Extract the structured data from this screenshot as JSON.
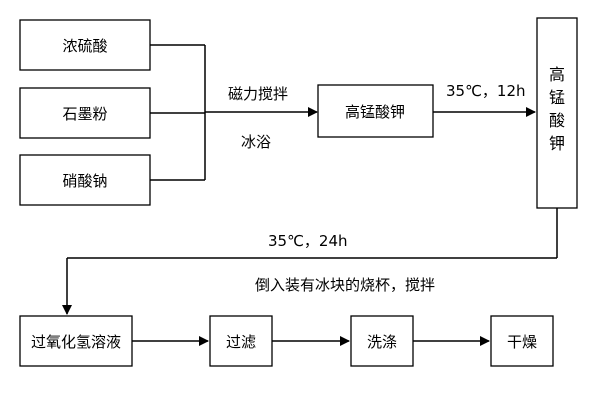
{
  "inputs": {
    "sulfuric_acid": "浓硫酸",
    "graphite": "石墨粉",
    "sodium_nitrate": "硝酸钠"
  },
  "steps": {
    "kmno4_box": "高锰酸钾",
    "kmno4_vertical": [
      "高",
      "锰",
      "酸",
      "钾"
    ],
    "peroxide": "过氧化氢溶液",
    "filter": "过滤",
    "wash": "洗涤",
    "dry": "干燥"
  },
  "labels": {
    "stir": "磁力搅拌",
    "ice_bath": "冰浴",
    "cond_1": "35℃，12h",
    "cond_2": "35℃，24h",
    "pour": "倒入装有冰块的烧杯，搅拌"
  }
}
